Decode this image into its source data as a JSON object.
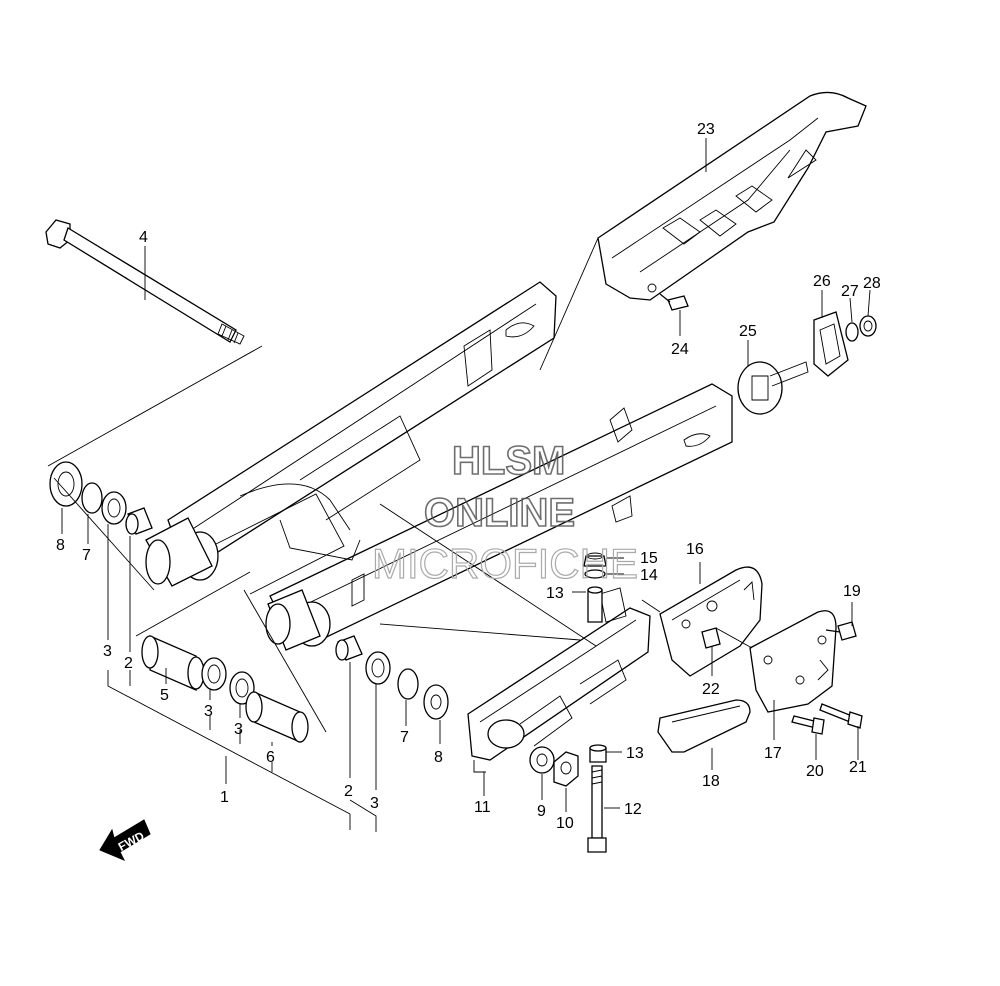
{
  "watermark": {
    "line1": "HLSM",
    "line2": "ONLINE",
    "line3": "MICROFICHE"
  },
  "direction_arrow": "FWD",
  "callouts": [
    "1",
    "2",
    "2",
    "3",
    "3",
    "3",
    "3",
    "4",
    "5",
    "6",
    "7",
    "7",
    "8",
    "8",
    "9",
    "10",
    "11",
    "12",
    "13",
    "13",
    "14",
    "15",
    "16",
    "17",
    "18",
    "19",
    "20",
    "21",
    "22",
    "23",
    "24",
    "25",
    "26",
    "27",
    "28"
  ]
}
